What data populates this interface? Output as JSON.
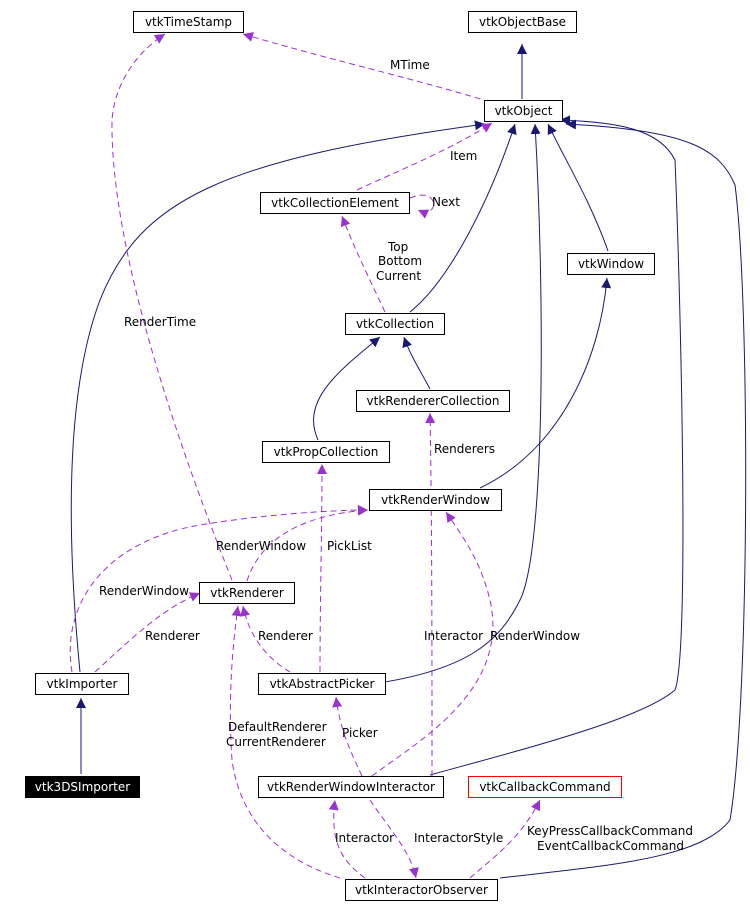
{
  "nodes": {
    "timestamp": "vtkTimeStamp",
    "objectbase": "vtkObjectBase",
    "object": "vtkObject",
    "collectionelement": "vtkCollectionElement",
    "window": "vtkWindow",
    "collection": "vtkCollection",
    "renderercollection": "vtkRendererCollection",
    "propcollection": "vtkPropCollection",
    "renderwindow": "vtkRenderWindow",
    "renderer": "vtkRenderer",
    "importer": "vtkImporter",
    "abstractpicker": "vtkAbstractPicker",
    "importer3ds": "vtk3DSImporter",
    "renderwindowinteractor": "vtkRenderWindowInteractor",
    "callbackcommand": "vtkCallbackCommand",
    "interactorobserver": "vtkInteractorObserver"
  },
  "labels": {
    "mtime": "MTime",
    "item": "Item",
    "next": "Next",
    "top": "Top",
    "bottom": "Bottom",
    "current": "Current",
    "rendertime": "RenderTime",
    "renderers": "Renderers",
    "renderwindow_renderer": "RenderWindow",
    "picklist": "PickList",
    "renderwindow_importer": "RenderWindow",
    "renderer_importer": "Renderer",
    "renderer_picker": "Renderer",
    "interactor_rwi": "Interactor",
    "renderwindow_rwi": "RenderWindow",
    "defaultrenderer": "DefaultRenderer",
    "currentrenderer": "CurrentRenderer",
    "picker": "Picker",
    "interactor_obs": "Interactor",
    "interactorstyle": "InteractorStyle",
    "keypress": "KeyPressCallbackCommand",
    "eventcallback": "EventCallbackCommand"
  },
  "colors": {
    "inheritance": "#191970",
    "usage": "#9a32cd",
    "highlight_bg": "#000000",
    "highlight_text": "#ffffff",
    "special_border": "#ff0000"
  }
}
